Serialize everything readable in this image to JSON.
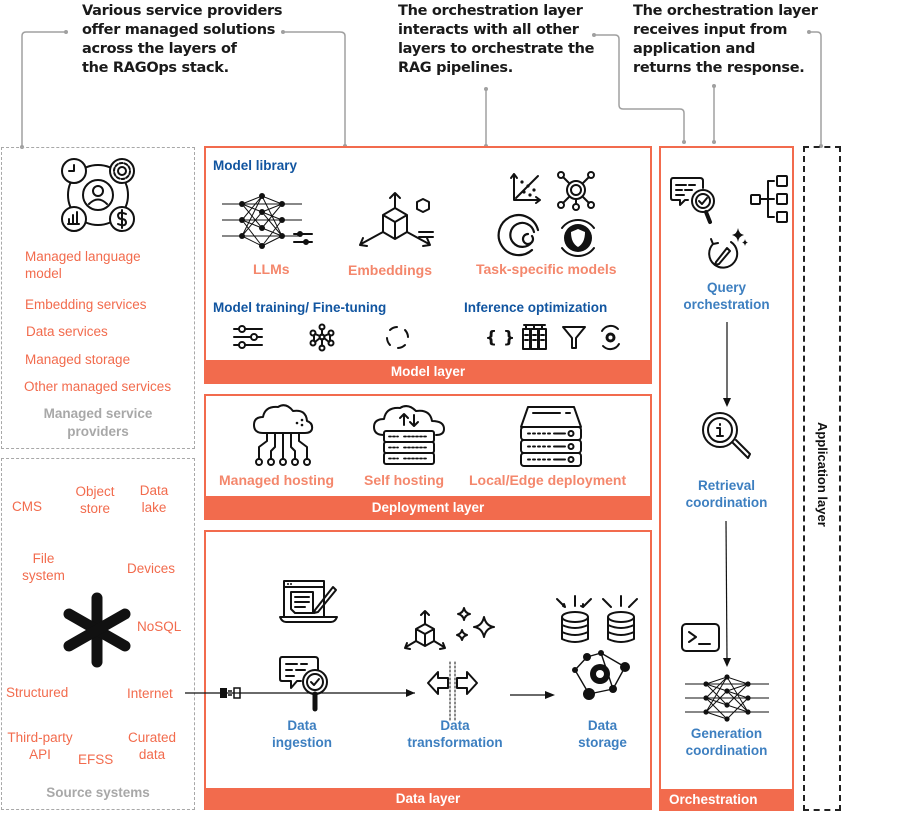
{
  "callouts": [
    {
      "text": "Various service providers\noffer managed solutions\nacross the layers of\nthe RAGOps stack."
    },
    {
      "text": "The orchestration layer\ninteracts with all other\nlayers to orchestrate the\nRAG pipelines."
    },
    {
      "text": "The orchestration layer\nreceives input from\napplication and\nreturns the response."
    }
  ],
  "managed_providers": {
    "icon": "managed-services-hub-icon",
    "items": [
      "Managed language\nmodel",
      "Embedding services",
      "Data services",
      "Managed storage",
      "Other managed services"
    ],
    "title": "Managed service\nproviders"
  },
  "source_systems": {
    "icon": "asterisk-icon",
    "items": [
      {
        "label": "CMS"
      },
      {
        "label": "Object\nstore"
      },
      {
        "label": "Data\nlake"
      },
      {
        "label": "File\nsystem"
      },
      {
        "label": "Devices"
      },
      {
        "label": "NoSQL"
      },
      {
        "label": "Structured"
      },
      {
        "label": "Internet"
      },
      {
        "label": "Third-party\nAPI"
      },
      {
        "label": "EFSS"
      },
      {
        "label": "Curated\ndata"
      }
    ],
    "title": "Source systems"
  },
  "model_layer": {
    "band": "Model layer",
    "library_heading": "Model library",
    "library_items": [
      {
        "label": "LLMs",
        "icon": "neural-network-icon"
      },
      {
        "label": "Embeddings",
        "icon": "3d-cube-axes-icon"
      },
      {
        "label": "Task-specific models",
        "icon": "task-models-icon"
      }
    ],
    "training_heading": "Model training/ Fine-tuning",
    "training_icons": [
      "sliders-icon",
      "network-node-icon",
      "refresh-cycle-icon"
    ],
    "inference_heading": "Inference optimization",
    "inference_icons": [
      "curly-braces-icon",
      "gpu-cluster-icon",
      "funnel-icon",
      "gear-cycle-icon"
    ]
  },
  "deployment_layer": {
    "band": "Deployment layer",
    "items": [
      {
        "label": "Managed hosting",
        "icon": "cloud-network-icon"
      },
      {
        "label": "Self hosting",
        "icon": "cloud-server-icon"
      },
      {
        "label": "Local/Edge deployment",
        "icon": "server-rack-icon"
      }
    ]
  },
  "data_layer": {
    "band": "Data layer",
    "items": [
      {
        "label": "Data\ningestion",
        "icon": "document-edit-icon"
      },
      {
        "label": "Data\ntransformation",
        "icon": "transform-arrows-icon"
      },
      {
        "label": "Data\nstorage",
        "icon": "database-icon"
      }
    ]
  },
  "orchestration": {
    "band": "Orchestration",
    "steps": [
      {
        "label": "Query\norchestration"
      },
      {
        "label": "Retrieval\ncoordination"
      },
      {
        "label": "Generation\ncoordination"
      }
    ]
  },
  "application_layer": {
    "label": "Application layer"
  },
  "colors": {
    "accent": "#f26b4d",
    "blue": "#3d7fc0",
    "heading_blue": "#1155a0",
    "grey": "#a8a8a8"
  }
}
